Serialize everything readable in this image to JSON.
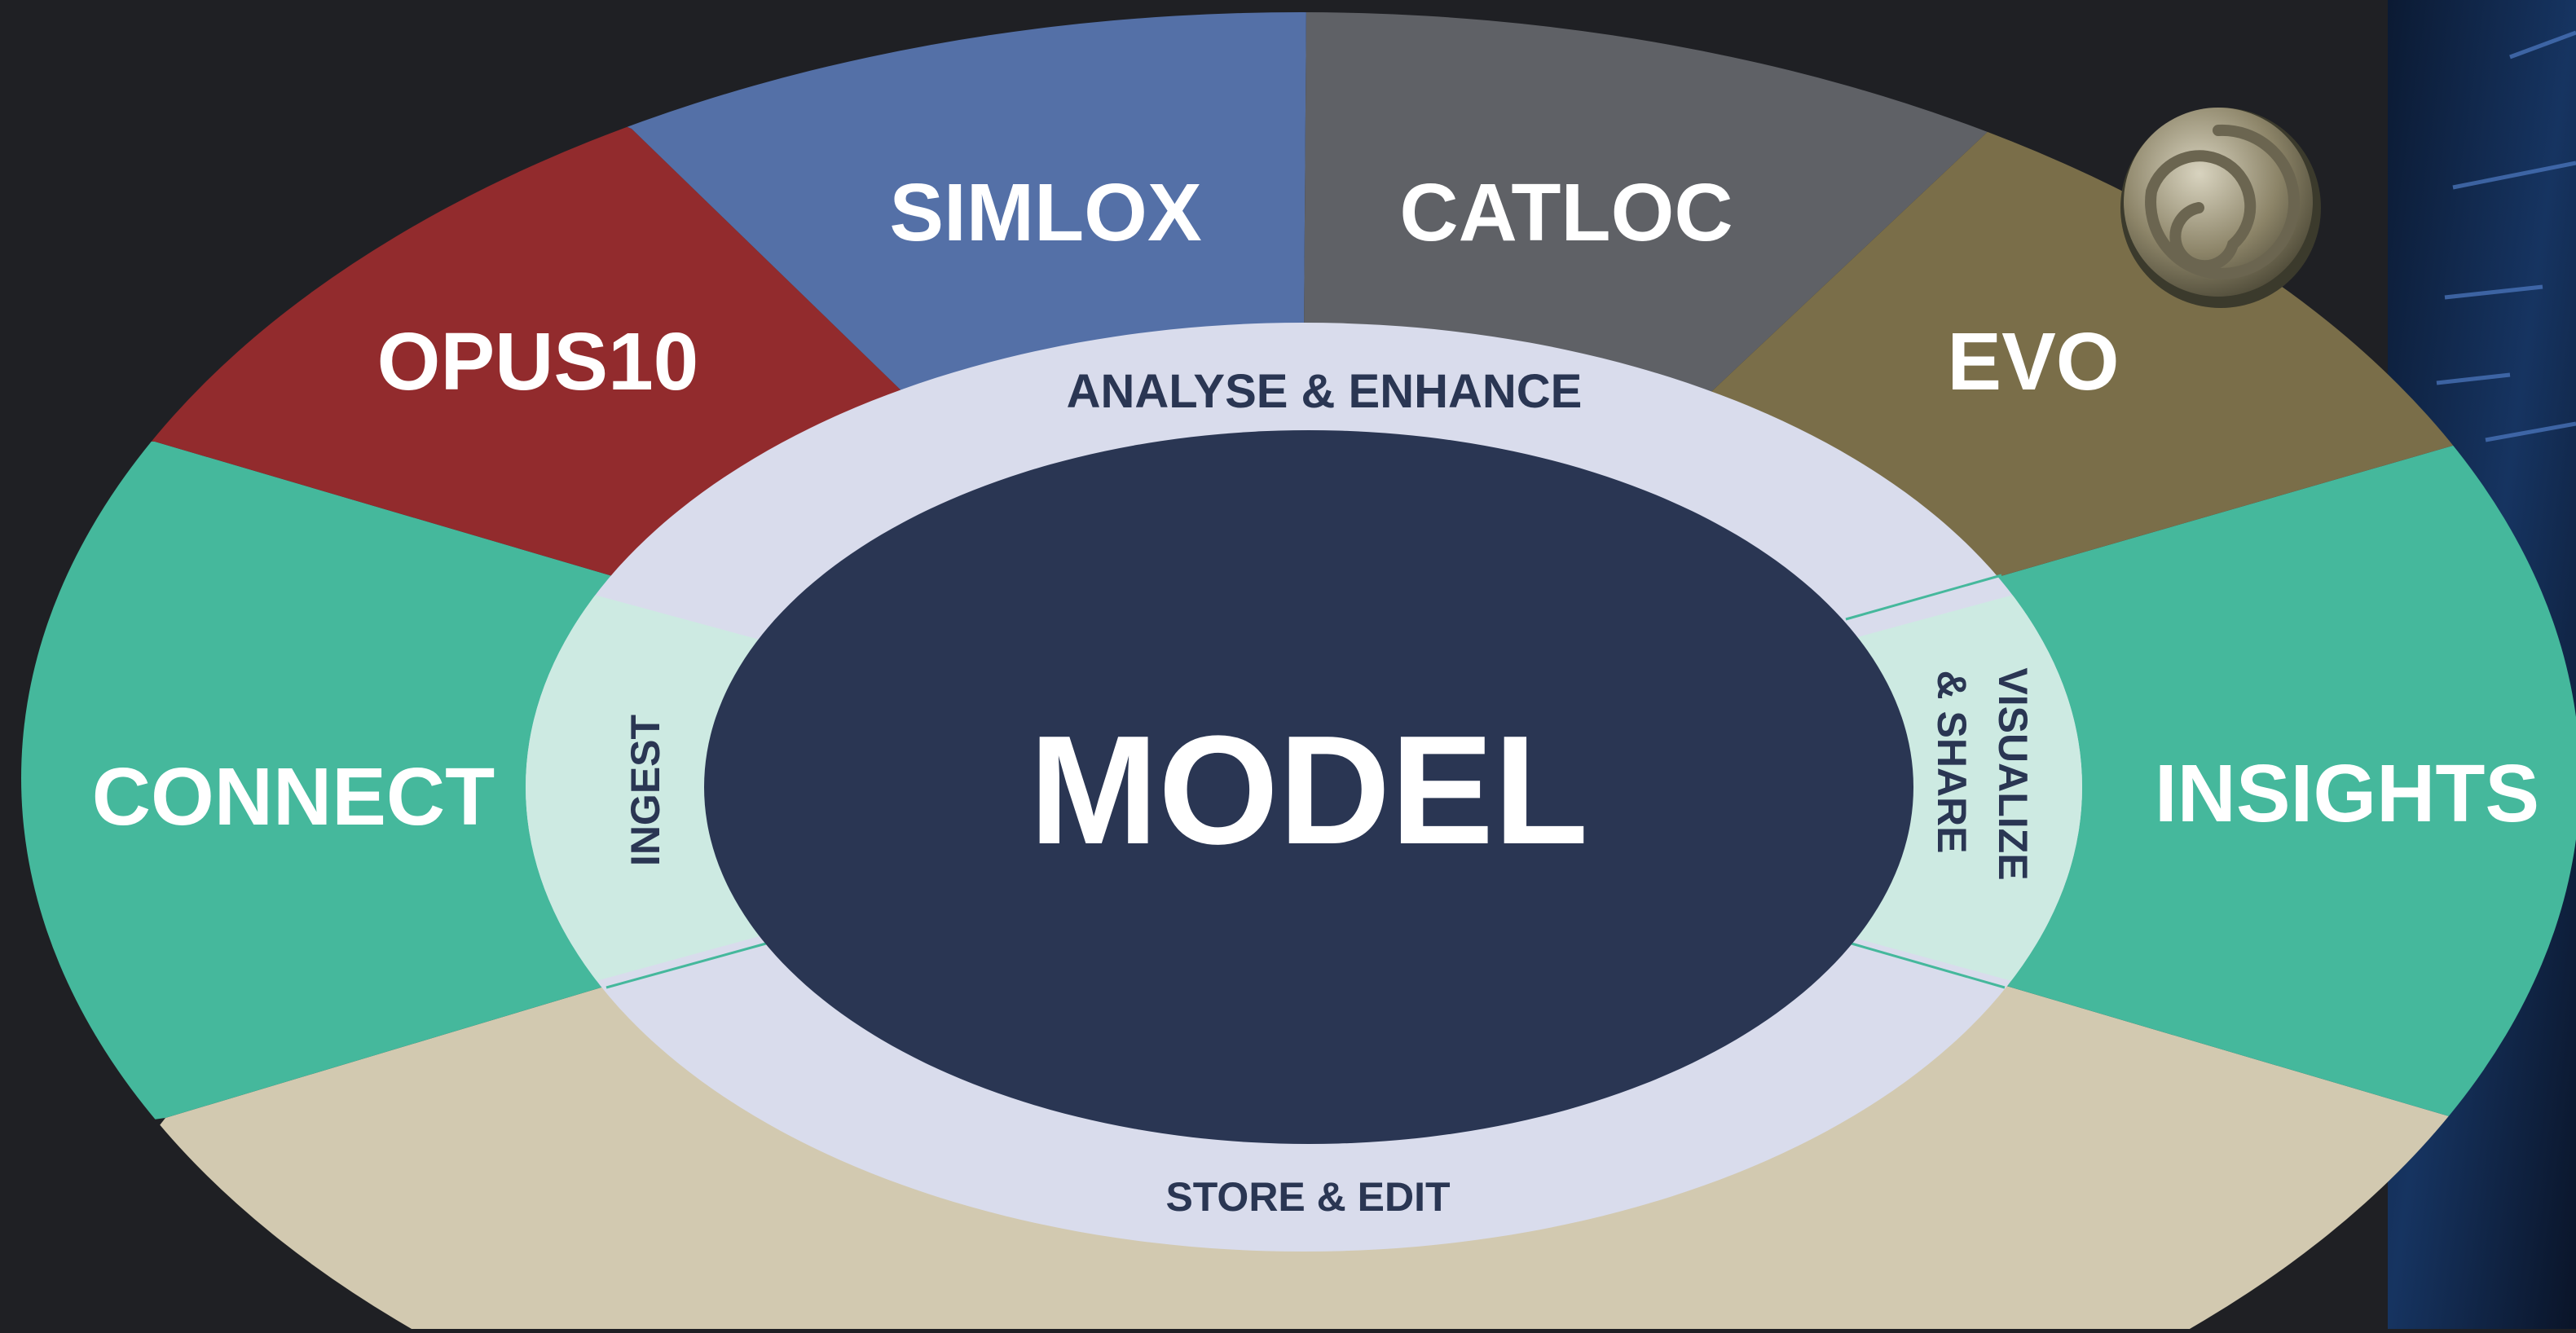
{
  "diagram": {
    "center": {
      "label": "MODEL"
    },
    "segments": [
      {
        "id": "opus10",
        "label": "OPUS10",
        "color": "#922b2d"
      },
      {
        "id": "simlox",
        "label": "SIMLOX",
        "color": "#5470a7"
      },
      {
        "id": "catloc",
        "label": "CATLOC",
        "color": "#5f6166"
      },
      {
        "id": "evo",
        "label": "EVO",
        "color": "#7a6e49"
      },
      {
        "id": "connect",
        "label": "CONNECT",
        "color": "#45b89c"
      },
      {
        "id": "insights",
        "label": "INSIGHTS",
        "color": "#45b89c"
      },
      {
        "id": "bottom",
        "label": "",
        "color": "#d2c9b0"
      }
    ],
    "ring": {
      "top": {
        "label": "ANALYSE & ENHANCE",
        "color": "#d9dcec"
      },
      "bottom": {
        "label": "STORE & EDIT",
        "color": "#d9dcec"
      },
      "left": {
        "label": "INGEST",
        "color": "#cdeae2"
      },
      "right": {
        "line1": "VISUALIZE",
        "line2": "& SHARE",
        "color": "#cdeae2"
      }
    },
    "core_color": "#2a3653",
    "label_color": "#ffffff",
    "ring_text_color": "#2a3653"
  },
  "background": {
    "color": "#1f2024"
  }
}
